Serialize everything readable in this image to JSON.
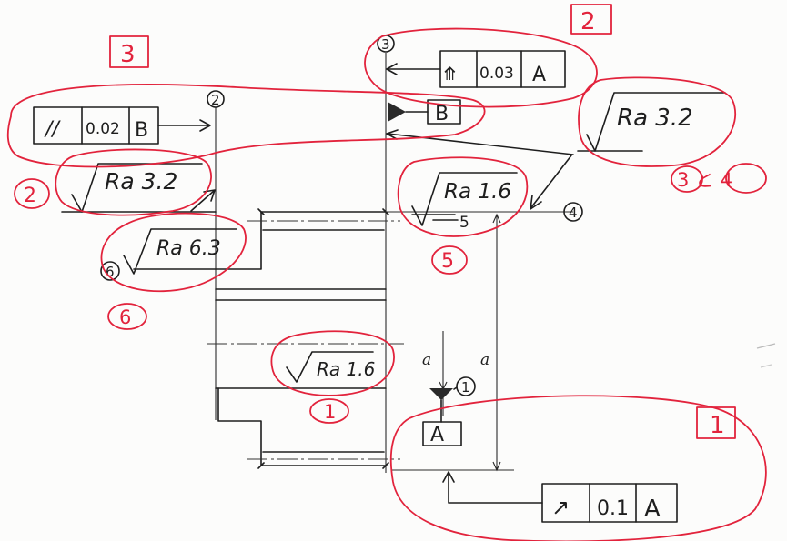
{
  "frame_parallelism": {
    "symbol": "//",
    "tolerance": "0.02",
    "datum": "B"
  },
  "frame_total_runout": {
    "symbol": "⤊",
    "tolerance": "0.03",
    "datum": "A"
  },
  "frame_circular_runout": {
    "symbol": "↗",
    "tolerance": "0.1",
    "datum": "A"
  },
  "datum_b": "B",
  "datum_a": "A",
  "roughness": {
    "ra32_right": "Ra 3.2",
    "ra32_left": "Ra 3.2",
    "ra16_top": "Ra 1.6",
    "ra63": "Ra 6.3",
    "ra16_center": "Ra 1.6"
  },
  "circled_refs": {
    "c1": "1",
    "c2": "2",
    "c3": "3",
    "c4": "4",
    "c5": "5",
    "c6": "6"
  },
  "dims": {
    "a_small": "a",
    "a_large": "a"
  },
  "boxed_labels": {
    "b1": "1",
    "b2": "2",
    "b3": "3"
  },
  "red_labels": {
    "r2": "2",
    "r34": "3 と 4",
    "r5": "5",
    "r6": "6",
    "r1": "1"
  }
}
